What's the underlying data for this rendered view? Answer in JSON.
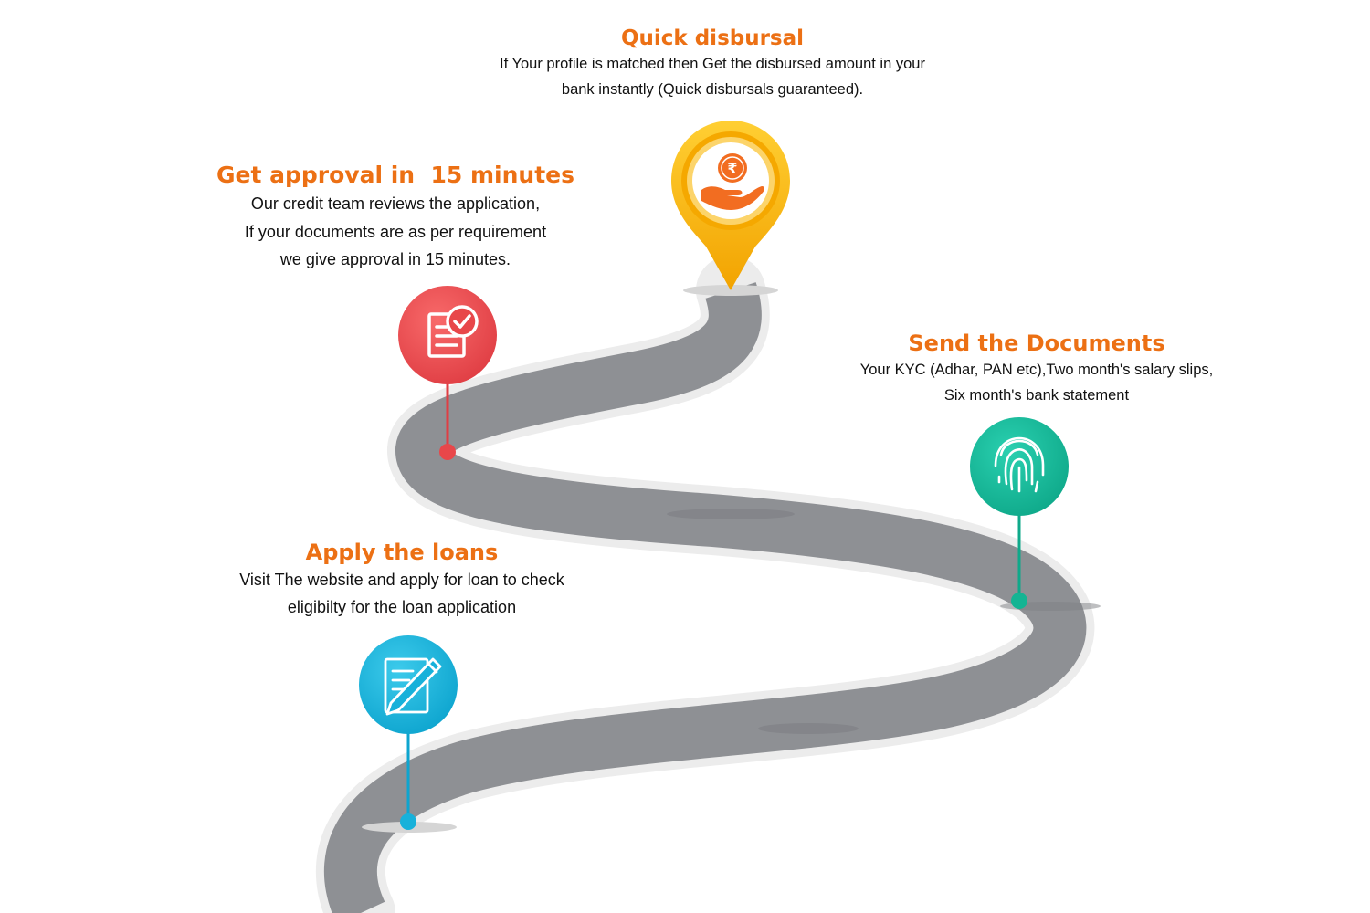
{
  "steps": {
    "quick_disbursal": {
      "title": "Quick disbursal",
      "lines": [
        "If  Your profile is matched then Get the disbursed amount in your",
        "bank instantly (Quick disbursals guaranteed)."
      ],
      "icon": "rupee-hand-icon",
      "color": "#f6b400"
    },
    "approval": {
      "title": "Get approval in  15 minutes",
      "lines": [
        "Our credit team reviews the application,",
        "If your documents are as per requirement",
        "we give approval in 15 minutes."
      ],
      "icon": "document-check-icon",
      "color": "#ec4a4c"
    },
    "documents": {
      "title": "Send the Documents",
      "lines": [
        "Your KYC (Adhar, PAN etc),Two month's salary slips,",
        "Six month's bank statement"
      ],
      "icon": "fingerprint-icon",
      "color": "#16b99a"
    },
    "apply": {
      "title": "Apply the loans",
      "lines": [
        "Visit The website and apply for loan to check",
        "eligibilty for the loan application"
      ],
      "icon": "pen-paper-icon",
      "color": "#1bb6dc"
    }
  },
  "colors": {
    "title": "#ec7014",
    "road": "#8e9094",
    "road_edge": "#ececec",
    "text": "#111111"
  }
}
